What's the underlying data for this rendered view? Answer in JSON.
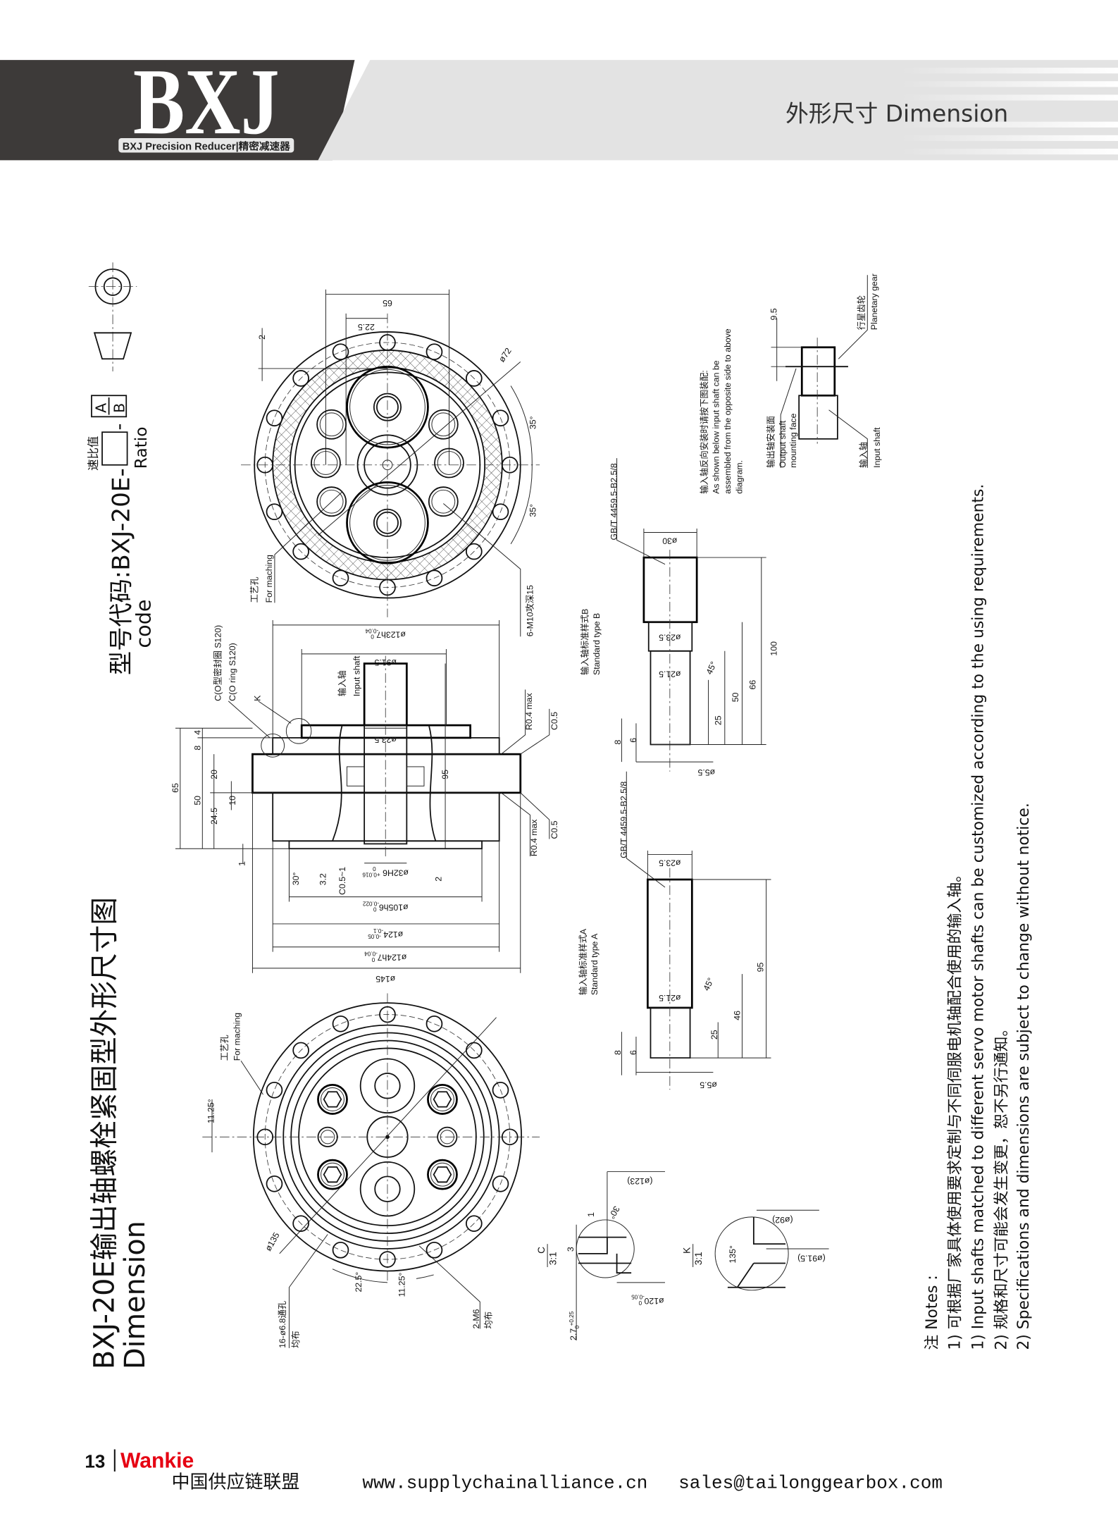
{
  "header": {
    "logo": "BXJ",
    "logo_subtitle": "BXJ Precision Reducer|精密减速器",
    "section_title": "外形尺寸 Dimension"
  },
  "model_code": {
    "label": "型号代码:BXJ-20E-",
    "label_en": "code",
    "ratio_cn": "速比值",
    "ratio_en": "Ratio",
    "dash": "-",
    "option_a": "A",
    "option_b": "B"
  },
  "title": {
    "cn": "BXJ-20E输出轴螺栓紧固型外形尺寸图",
    "en": "Dimension"
  },
  "front_view": {
    "dim_65": "65",
    "dim_22_5": "22.5",
    "dim_2": "2",
    "dim_d72": "ø72",
    "angle_top": "35°",
    "angle_bottom": "35°",
    "machining_cn": "工艺孔",
    "machining_en": "For maching",
    "tapped_holes": "6-M10攻深15"
  },
  "section_view": {
    "oring_cn": "C(O型密封圈 S120)",
    "oring_en": "C(O ring S120)",
    "detail_k": "K",
    "input_shaft_cn": "输入轴",
    "input_shaft_en": "Input shaft",
    "d123h7": {
      "v": "ø123h7",
      "up": "0",
      "lo": "-0.04"
    },
    "d91_5": "ø91.5",
    "d23_5": "ø23.5",
    "dim_95": "95",
    "r04_top": "R0.4 max",
    "c05_top": "C0.5",
    "r04_bottom": "R0.4 max",
    "c05_bottom": "C0.5",
    "dim_65": "65",
    "dim_50": "50",
    "dim_8": "8",
    "dim_4": "4",
    "dim_20": "20",
    "dim_24_5": "24.5",
    "dim_10": "10",
    "dim_1": "1",
    "angle_30": "30°",
    "dim_3_2": "3.2",
    "c05_1": "C0.5~1",
    "d32h6": {
      "v": "ø32H6",
      "up": "+0.016",
      "lo": "0"
    },
    "dim_2": "2",
    "d105h6": {
      "v": "ø105h6",
      "up": "0",
      "lo": "-0.022"
    },
    "d124": {
      "v": "ø124",
      "up": "-0.05",
      "lo": "-0.1"
    },
    "d124h7": {
      "v": "ø124h7",
      "up": "0",
      "lo": "-0.04"
    },
    "d145": "ø145"
  },
  "shaft_b": {
    "label_cn": "输入轴标准样式B",
    "label_en": "Standard type B",
    "center_hole": "GB/T 4459.5-B2.5/8",
    "d30": "ø30",
    "d23_5": "ø23.5",
    "d21_5": "ø21.5",
    "angle": "45°",
    "dim_100": "100",
    "dim_66": "66",
    "dim_50": "50",
    "dim_25": "25",
    "dim_8": "8",
    "dim_6": "6",
    "d5_5": "ø5.5"
  },
  "shaft_a": {
    "label_cn": "输入轴标准样式A",
    "label_en": "Standard type A",
    "center_hole": "GB/T 4459.5-B2.5/8",
    "d23_5": "ø23.5",
    "d21_5": "ø21.5",
    "angle": "45°",
    "dim_95": "95",
    "dim_46": "46",
    "dim_25": "25",
    "dim_8": "8",
    "dim_6": "6",
    "d5_5": "ø5.5"
  },
  "assembly_note": {
    "line_cn": "输入轴反向安装时请按下图装配:",
    "line_en_1": "As shown below input shaft can be",
    "line_en_2": "assembled from the opposite side to above",
    "line_en_3": "diagram.",
    "dim_9_5": "9.5",
    "planetary_cn": "行星齿轮",
    "planetary_en": "Planetary gear",
    "mount_cn": "输出轴安装面",
    "mount_en_1": "Output shaft",
    "mount_en_2": "mounting face",
    "input_cn": "输入轴",
    "input_en": "Input shaft"
  },
  "rear_view": {
    "machining_cn": "工艺孔",
    "machining_en": "For maching",
    "angle_11_25_a": "11.25°",
    "d135": "ø135",
    "holes_cn": "16-ø6.8通孔",
    "holes_even": "均布",
    "angle_22_5": "22.5°",
    "angle_11_25_b": "11.25°",
    "m6": "2-M6",
    "m6_even": "均布"
  },
  "detail_c": {
    "name": "C",
    "scale": "3:1",
    "d123": "(ø123)",
    "angle": "30°",
    "dim_1": "1",
    "dim_3": "3",
    "d120": {
      "v": "ø120",
      "up": "0",
      "lo": "-0.05"
    },
    "dim_2_7": {
      "v": "2.7",
      "up": "+0.25",
      "lo": "0"
    }
  },
  "detail_k": {
    "name": "K",
    "scale": "3:1",
    "d92": "(ø92)",
    "angle": "135°",
    "d91_5": "(ø91.5)"
  },
  "notes": {
    "heading": "注 Notes :",
    "n1_cn": "1) 可根据厂家具体使用要求定制与不同伺服电机轴配合使用的输入轴。",
    "n1_en": "1) Input shafts matched to different servo motor shafts can be customized according to the using requirements.",
    "n2_cn": "2) 规格和尺寸可能会发生变更，恕不另行通知。",
    "n2_en": "2) Specifications and dimensions are subject to change without notice."
  },
  "footer": {
    "page": "13",
    "brand": "Wankie",
    "org": "中国供应链联盟",
    "website": "www.supplychainalliance.cn",
    "email": "sales@tailonggearbox.com"
  },
  "colors": {
    "header_dark": "#3d3a39",
    "header_light": "#e3e3e3",
    "brand_red": "#e60012"
  }
}
